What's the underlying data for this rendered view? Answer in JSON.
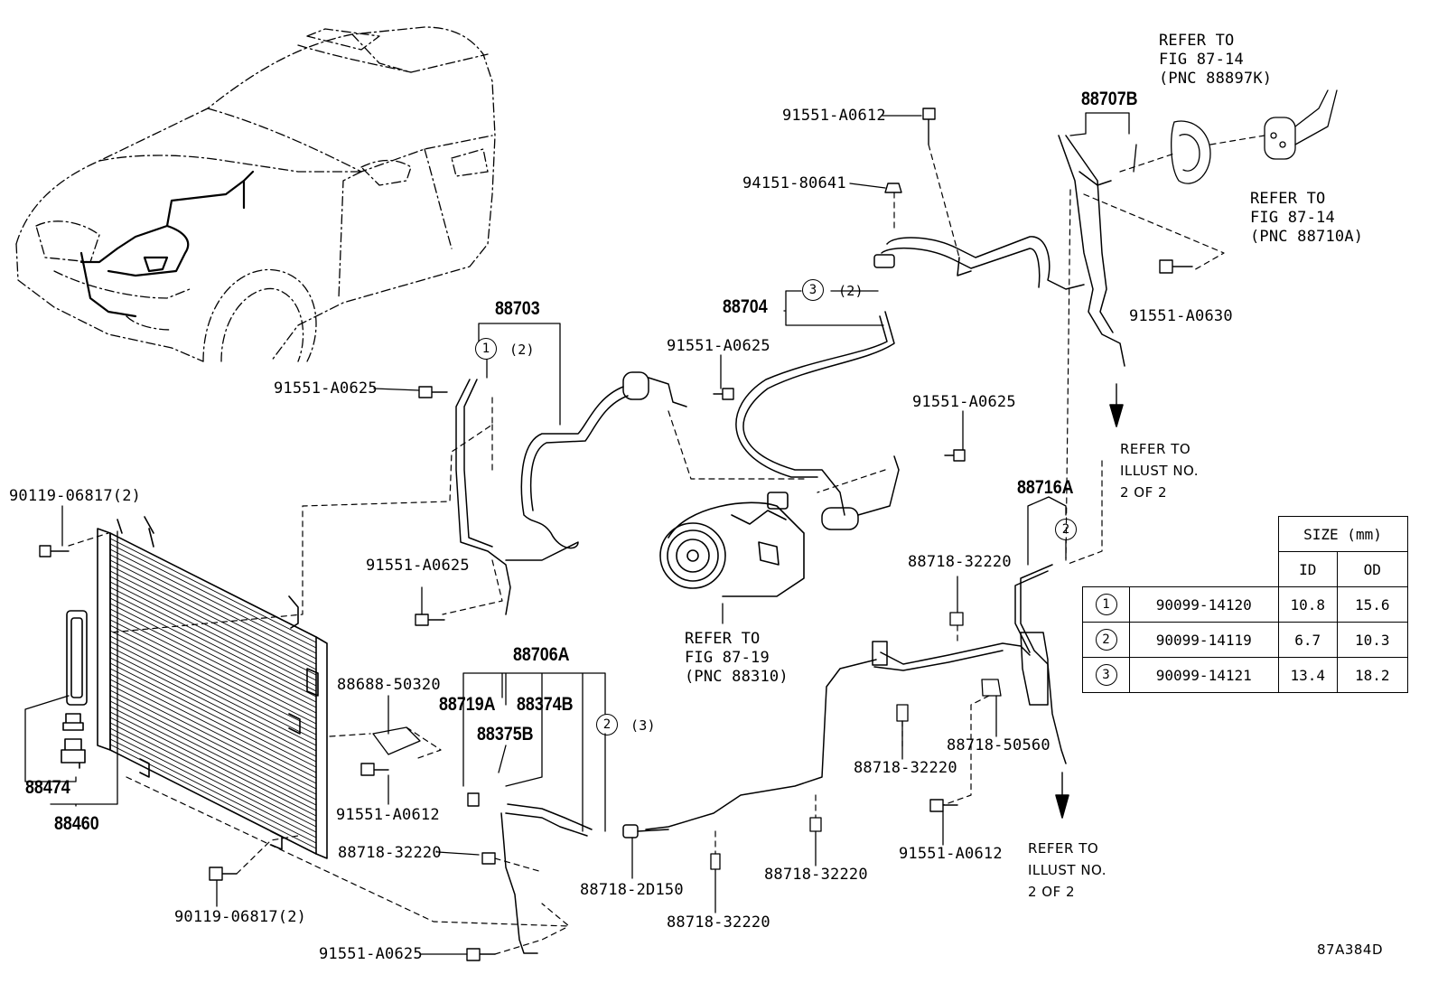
{
  "labels": {
    "l_91551_a0612_top": "91551-A0612",
    "l_94151_80641": "94151-80641",
    "l_88707b": "88707B",
    "l_refer_88897k": "REFER TO\nFIG 87-14\n(PNC 88897K)",
    "l_refer_88710a": "REFER TO\nFIG 87-14\n(PNC 88710A)",
    "l_91551_a0630": "91551-A0630",
    "l_88704": "88704",
    "l_circ3_88704_suffix": "(2)",
    "l_88703": "88703",
    "l_circ1_88703_suffix": "(2)",
    "l_91551_a0625_a": "91551-A0625",
    "l_91551_a0625_b": "91551-A0625",
    "l_91551_a0625_c": "91551-A0625",
    "l_91551_a0625_d": "91551-A0625",
    "l_91551_a0625_e": "91551-A0625",
    "l_refer_illust_1": "REFER TO\nILLUST NO.\n2 OF 2",
    "l_refer_illust_2": "REFER TO\nILLUST NO.\n2 OF 2",
    "l_88716a": "88716A",
    "l_90119_06817_a": "90119-06817(2)",
    "l_90119_06817_b": "90119-06817(2)",
    "l_88718_32220_a": "88718-32220",
    "l_88718_32220_b": "88718-32220",
    "l_88718_32220_c": "88718-32220",
    "l_88718_32220_d": "88718-32220",
    "l_88718_32220_e": "88718-32220",
    "l_88718_50560": "88718-50560",
    "l_88718_2d150": "88718-2D150",
    "l_refer_88310": "REFER TO\nFIG 87-19\n(PNC 88310)",
    "l_88706a": "88706A",
    "l_88719a": "88719A",
    "l_88374b": "88374B",
    "l_88375b": "88375B",
    "l_circ2_88706a_suffix": "(3)",
    "l_88688_50320": "88688-50320",
    "l_91551_a0612_mid": "91551-A0612",
    "l_91551_a0612_right": "91551-A0612",
    "l_88474": "88474",
    "l_88460": "88460",
    "l_footer": "87A384D"
  },
  "circled": {
    "c_one": "1",
    "c_two": "2",
    "c_three": "3"
  },
  "size_table": {
    "header": "SIZE (mm)",
    "col_id": "ID",
    "col_od": "OD",
    "rows": [
      {
        "key": "1",
        "part": "90099-14120",
        "id": "10.8",
        "od": "15.6"
      },
      {
        "key": "2",
        "part": "90099-14119",
        "id": "6.7",
        "od": "10.3"
      },
      {
        "key": "3",
        "part": "90099-14121",
        "id": "13.4",
        "od": "18.2"
      }
    ]
  }
}
